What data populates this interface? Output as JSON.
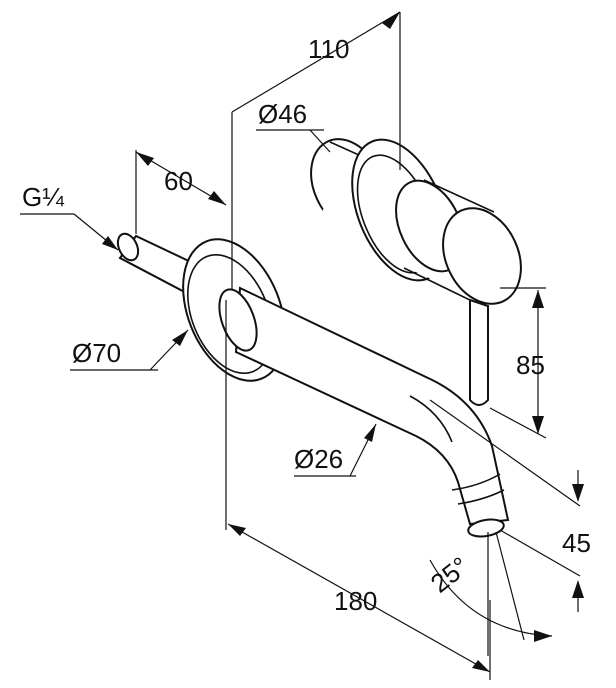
{
  "colors": {
    "ink": "#111111",
    "background": "#ffffff"
  },
  "dimensions": {
    "depth_total": "110",
    "handle_diameter": "Ø46",
    "wall_to_rosette": "60",
    "thread": "G¼",
    "rosette_diameter": "Ø70",
    "lever_height": "85",
    "spout_diameter": "Ø26",
    "spout_drop": "45",
    "spout_angle": "25°",
    "spout_reach": "180"
  }
}
